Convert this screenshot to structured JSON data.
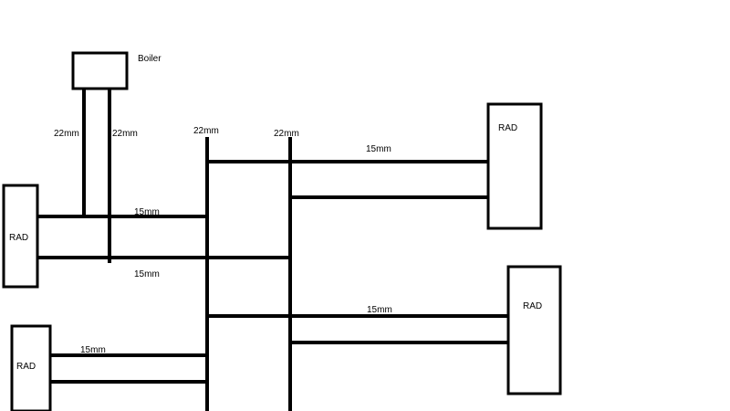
{
  "colors": {
    "line": "#000000",
    "background": "#ffffff"
  },
  "boiler": {
    "label": "Boiler"
  },
  "radiators": [
    {
      "label": "RAD"
    },
    {
      "label": "RAD"
    },
    {
      "label": "RAD"
    },
    {
      "label": "RAD"
    }
  ],
  "pipe_labels": {
    "boiler_flow": "22mm",
    "boiler_return": "22mm",
    "main_left": "22mm",
    "main_right": "22mm",
    "upper_right_branch": "15mm",
    "left_branch_top": "15mm",
    "left_branch_bottom": "15mm",
    "lower_right_branch": "15mm",
    "bottom_left_branch": "15mm"
  }
}
